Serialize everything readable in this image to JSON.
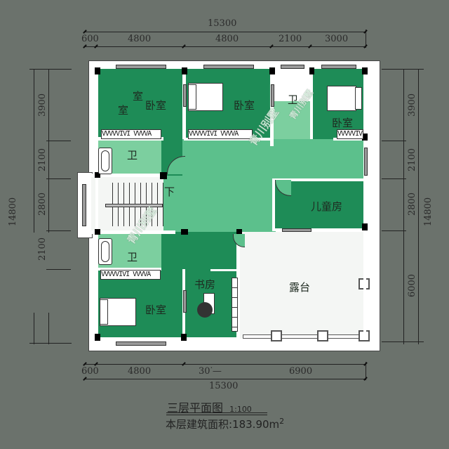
{
  "drawing": {
    "title": "三层平面图",
    "scale": "1:100",
    "area_label": "本层建筑面积:183.90m",
    "area_superscript": "2"
  },
  "dimensions": {
    "top_total": "15300",
    "top_segments": [
      "600",
      "4800",
      "4800",
      "2100",
      "3000"
    ],
    "bottom_total": "15300",
    "bottom_segments": [
      "600",
      "4800",
      "30ᐝ—",
      "6900"
    ],
    "left_total": "14800",
    "left_segments": [
      "3900",
      "2100",
      "2800",
      "2100"
    ],
    "right_total": "14800",
    "right_segments": [
      "3900",
      "2100",
      "2800",
      "6000"
    ]
  },
  "rooms": {
    "bedroom_top_left_partial": "室",
    "bedroom_top_left_partial2": "室",
    "bedroom_top_left": "卧室",
    "bedroom_top_middle": "卧室",
    "bathroom_top_right": "卫",
    "bedroom_top_right": "卧室",
    "bathroom_left_upper": "卫",
    "stair_down": "下",
    "bathroom_left_lower": "卫",
    "children_room": "儿童房",
    "bedroom_bottom_left": "卧室",
    "study": "书房",
    "terrace": "露台"
  },
  "watermarks": [
    "青川别墅",
    "青川别墅",
    "青川别墅"
  ],
  "closet_pattern": "VVVVVIVI VVVVA",
  "colors": {
    "background": "#6b726c",
    "room_dark_green": "#1e8c57",
    "room_light_green": "#5cc08c",
    "bath_green": "#7ccf9f",
    "terrace": "#f4f6f4",
    "wall": "#ffffff",
    "column": "#000000"
  }
}
